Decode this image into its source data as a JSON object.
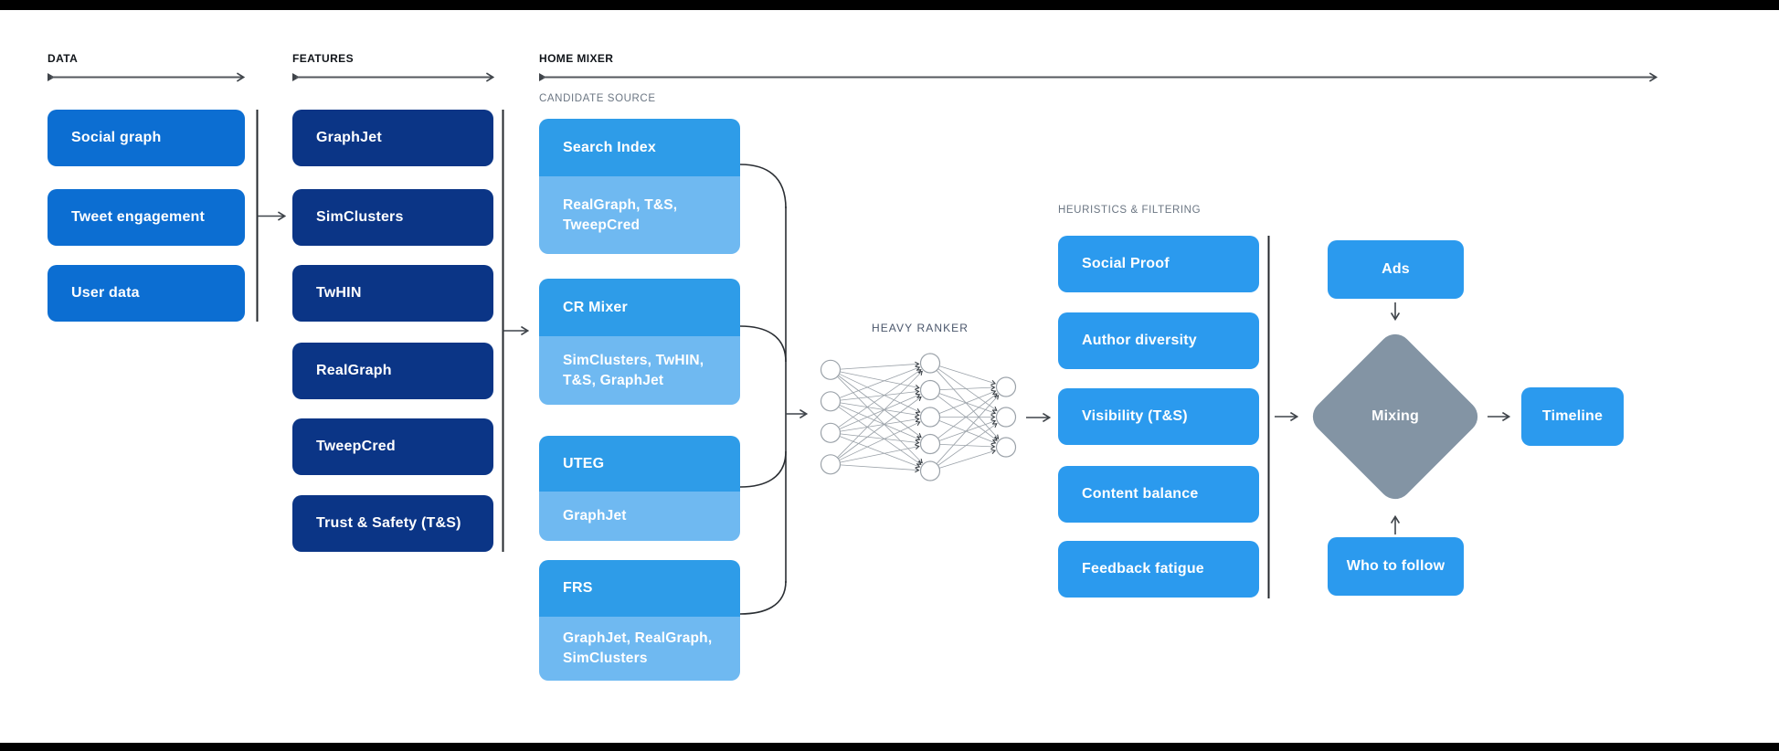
{
  "colors": {
    "data_box_blue": "#0C6ED2",
    "feature_box_navy": "#0B3586",
    "candidate_header_blue": "#2E9CE8",
    "candidate_sub_blue": "#6FB9F1",
    "heuristic_box_blue": "#2B9AEE",
    "mixing_diamond_gray": "#8394A4",
    "frame_bar_black": "#000000",
    "connector_dark": "#24282D",
    "arrow_gray": "#54585E",
    "section_label_dark": "#101419",
    "muted_label_gray": "#6B7683",
    "ranker_label_slate": "#4A566B"
  },
  "data_section": {
    "label": "DATA",
    "items": [
      "Social graph",
      "Tweet engagement",
      "User data"
    ]
  },
  "features_section": {
    "label": "FEATURES",
    "items": [
      "GraphJet",
      "SimClusters",
      "TwHIN",
      "RealGraph",
      "TweepCred",
      "Trust & Safety (T&S)"
    ]
  },
  "home_mixer": {
    "label": "HOME MIXER",
    "candidate_source": {
      "label": "CANDIDATE SOURCE",
      "groups": [
        {
          "title": "Search Index",
          "sub_lines": [
            "RealGraph, T&S,",
            "TweepCred"
          ]
        },
        {
          "title": "CR Mixer",
          "sub_lines": [
            "SimClusters, TwHIN,",
            "T&S, GraphJet"
          ]
        },
        {
          "title": "UTEG",
          "sub_lines": [
            "GraphJet"
          ]
        },
        {
          "title": "FRS",
          "sub_lines": [
            "GraphJet, RealGraph,",
            "SimClusters"
          ]
        }
      ]
    },
    "heavy_ranker": {
      "label": "HEAVY RANKER",
      "layers": [
        4,
        5,
        3
      ]
    },
    "heuristics": {
      "label": "HEURISTICS & FILTERING",
      "items": [
        "Social Proof",
        "Author diversity",
        "Visibility (T&S)",
        "Content balance",
        "Feedback fatigue"
      ]
    },
    "mixing": {
      "ads": "Ads",
      "diamond": "Mixing",
      "who_to_follow": "Who to follow",
      "timeline": "Timeline"
    }
  }
}
